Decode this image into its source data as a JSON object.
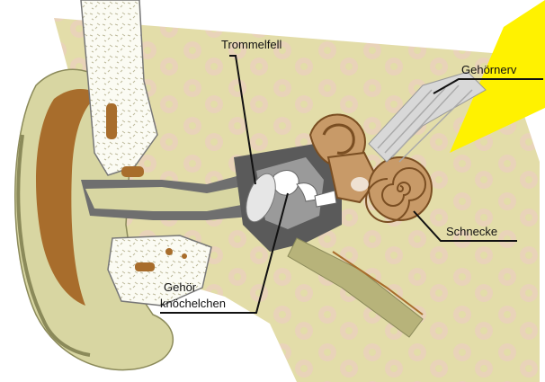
{
  "diagram": {
    "labels": {
      "eardrum": "Trommelfell",
      "auditory_nerve": "Gehörnerv",
      "cochlea": "Schnecke",
      "ossicles_line1": "Gehör",
      "ossicles_line2": "knöchelchen"
    }
  },
  "colors": {
    "skin": "#d8d6a2",
    "skin_dark": "#b9b57a",
    "cartilage": "#a86d2c",
    "canal": "#6f6f6f",
    "bone_fill": "#fbfbf3",
    "bone_speckle": "#c9c6a8",
    "cochlea": "#c89a68",
    "nerve": "#d8d8d8",
    "highlight": "#fff200",
    "eardrum": "#e6e6e6",
    "pink_spots": "#e8cfb6"
  }
}
